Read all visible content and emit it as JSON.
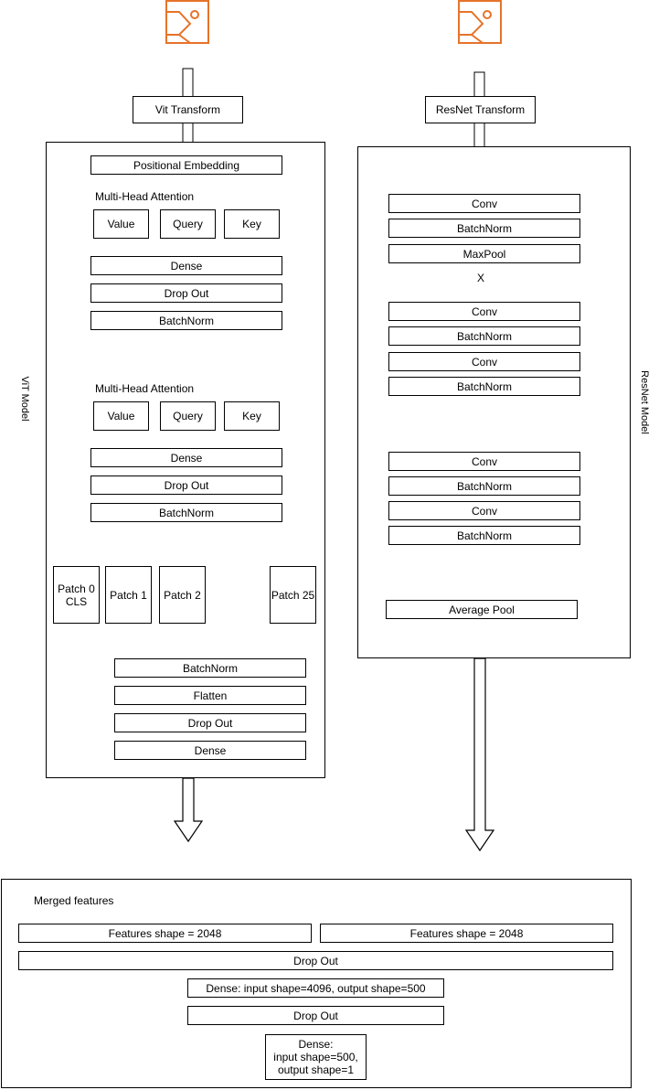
{
  "vit": {
    "transform_label": "Vit Transform",
    "model_label": "ViT Model",
    "positional_embedding": "Positional Embedding",
    "mha_label": "Multi-Head Attention",
    "value": "Value",
    "query": "Query",
    "key": "Key",
    "dense": "Dense",
    "dropout": "Drop Out",
    "batchnorm": "BatchNorm",
    "patch0_line1": "Patch 0",
    "patch0_line2": "CLS",
    "patch1": "Patch 1",
    "patch2": "Patch 2",
    "patch25": "Patch 25",
    "flatten": "Flatten"
  },
  "resnet": {
    "transform_label": "ResNet Transform",
    "model_label": "ResNet Model",
    "conv": "Conv",
    "batchnorm": "BatchNorm",
    "maxpool": "MaxPool",
    "x_label": "X",
    "average_pool": "Average Pool"
  },
  "merged": {
    "title": "Merged features",
    "features_left": "Features shape = 2048",
    "features_right": "Features shape = 2048",
    "dropout_wide": "Drop Out",
    "dense_main": "Dense: input shape=4096, output shape=500",
    "dropout": "Drop Out",
    "final_line1": "Dense:",
    "final_line2": "input shape=500,",
    "final_line3": "output shape=1"
  },
  "icons": {
    "image_icon_color": "#e6732a"
  }
}
